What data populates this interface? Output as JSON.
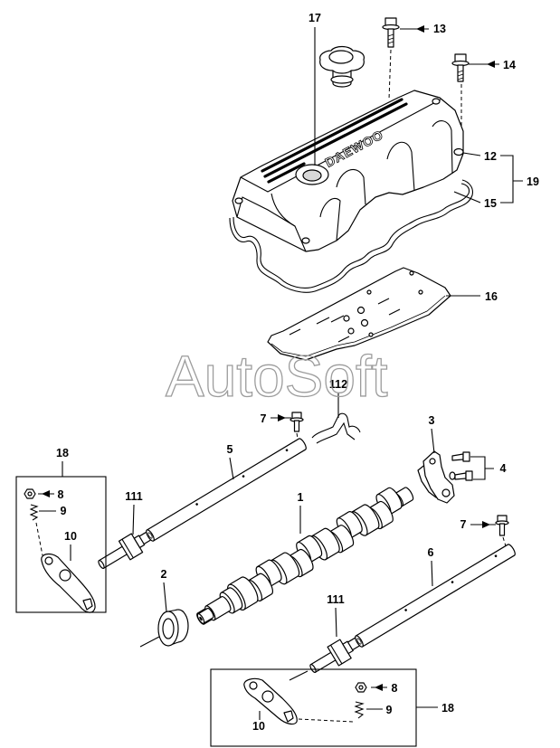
{
  "watermark": "AutoSoft",
  "cover_lettering": "DAEWOO",
  "callouts": [
    "17",
    "13",
    "14",
    "12",
    "19",
    "15",
    "16",
    "112",
    "7",
    "3",
    "5",
    "1",
    "4",
    "18",
    "8",
    "9",
    "111",
    "10",
    "2",
    "6",
    "7",
    "111",
    "8",
    "9",
    "18",
    "10"
  ]
}
